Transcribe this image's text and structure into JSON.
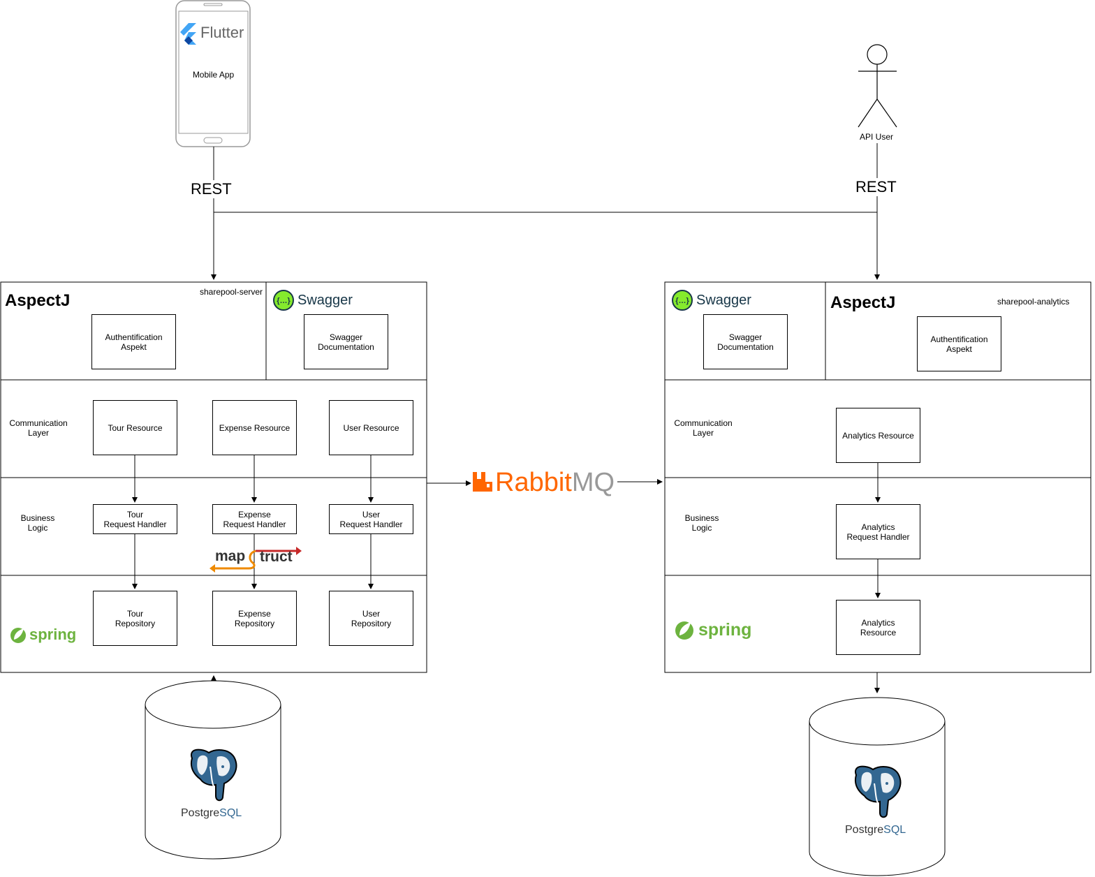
{
  "mobile": {
    "brand": "Flutter",
    "label": "Mobile App"
  },
  "api_user": {
    "label": "API User"
  },
  "connections": {
    "rest_left": "REST",
    "rest_right": "REST"
  },
  "server": {
    "title": "AspectJ",
    "name": "sharepool-server",
    "auth_box": "Authentification\nAspekt",
    "swagger_brand": "Swagger",
    "swagger_box": "Swagger\nDocumentation",
    "layers": {
      "communication": "Communication\nLayer",
      "business": "Business\nLogic"
    },
    "resources": [
      "Tour Resource",
      "Expense Resource",
      "User Resource"
    ],
    "handlers": [
      "Tour\nRequest Handler",
      "Expense\nRequest Handler",
      "User\nRequest Handler"
    ],
    "repositories": [
      "Tour\nRepository",
      "Expense\nRepository",
      "User\nRepository"
    ],
    "spring": "spring",
    "mapstruct": {
      "left": "map",
      "right": "truct"
    }
  },
  "broker": {
    "part1": "Rabbit",
    "part2": "MQ"
  },
  "analytics": {
    "title": "AspectJ",
    "name": "sharepool-analytics",
    "auth_box": "Authentification\nAspekt",
    "swagger_brand": "Swagger",
    "swagger_box": "Swagger\nDocumentation",
    "layers": {
      "communication": "Communication\nLayer",
      "business": "Business\nLogic"
    },
    "resource": "Analytics Resource",
    "handler": "Analytics\nRequest Handler",
    "repository": "Analytics\nResource",
    "spring": "spring"
  },
  "databases": {
    "left_label": {
      "a": "Postgre",
      "b": "SQL"
    },
    "right_label": {
      "a": "Postgre",
      "b": "SQL"
    }
  },
  "colors": {
    "flutter": "#42a5f5",
    "swagger": "#85ea2d",
    "spring": "#6db33f",
    "rabbit": "#ff6600",
    "postgres": "#336791",
    "mapstruct_red": "#c62828",
    "mapstruct_orange": "#ef8a00"
  }
}
